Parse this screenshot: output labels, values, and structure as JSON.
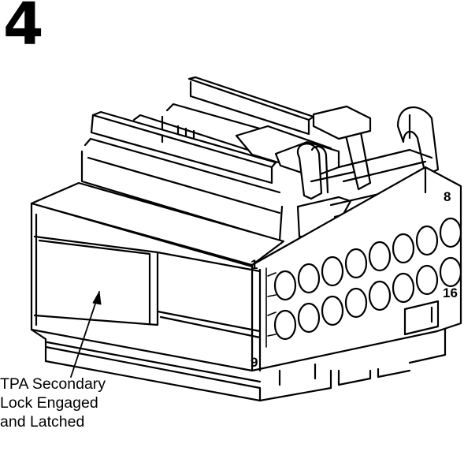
{
  "step": {
    "number": "4"
  },
  "callout": {
    "lines": [
      "TPA Secondary",
      "Lock Engaged",
      "and Latched"
    ]
  },
  "pin_labels": {
    "top_left": "1",
    "top_right": "8",
    "bottom_left": "9",
    "bottom_right": "16"
  },
  "colors": {
    "line": "#000000",
    "fill": "#ffffff"
  }
}
